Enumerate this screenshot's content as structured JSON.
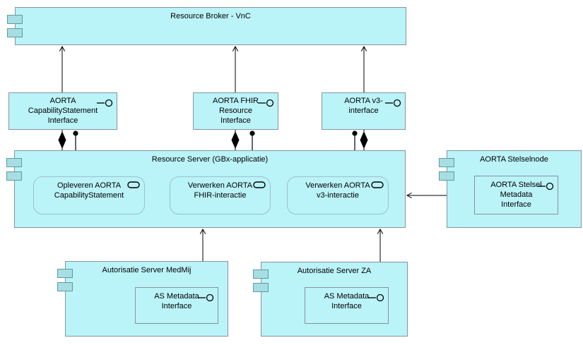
{
  "colors": {
    "fill": "#baf3f8",
    "border": "#8793a0",
    "tab_fill": "#a7dee3",
    "tab_border": "#5f9aa1",
    "service_border": "#9cc0d0",
    "line": "#000000"
  },
  "broker": {
    "title": "Resource Broker - VnC"
  },
  "interfaces": {
    "cap": {
      "lines": [
        "AORTA",
        "CapabilityStatement",
        "Interface"
      ]
    },
    "fhir": {
      "lines": [
        "AORTA FHIR",
        "Resource",
        "Interface"
      ]
    },
    "v3": {
      "lines": [
        "AORTA v3-",
        "interface"
      ]
    }
  },
  "server": {
    "title": "Resource Server (GBx-applicatie)",
    "services": [
      {
        "lines": [
          "Opleveren AORTA",
          "CapabilityStatement"
        ]
      },
      {
        "lines": [
          "Verwerken AORTA",
          "FHIR-interactie"
        ]
      },
      {
        "lines": [
          "Verwerken AORTA",
          "v3-interactie"
        ]
      }
    ]
  },
  "stelselnode": {
    "title": "AORTA Stelselnode",
    "interface": {
      "lines": [
        "AORTA Stelsel",
        "Metadata",
        "Interface"
      ]
    }
  },
  "medmij": {
    "title": "Autorisatie Server MedMij",
    "interface": {
      "lines": [
        "AS Metadata",
        "Interface"
      ]
    }
  },
  "za": {
    "title": "Autorisatie Server ZA",
    "interface": {
      "lines": [
        "AS Metadata",
        "Interface"
      ]
    }
  }
}
